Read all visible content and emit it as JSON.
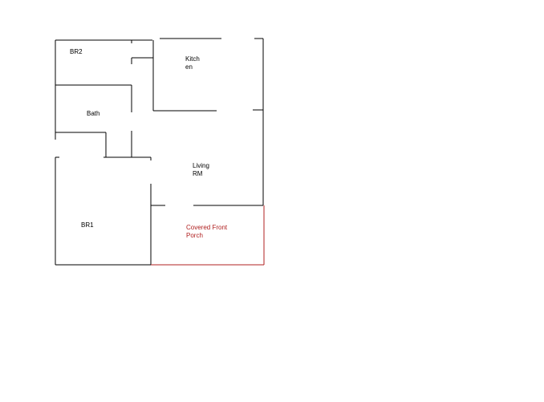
{
  "colors": {
    "walls": "#000000",
    "porch": "#b02020",
    "background": "#ffffff"
  },
  "rooms": {
    "br2": {
      "label": "BR2"
    },
    "kitchen": {
      "line1": "Kitch",
      "line2": "en"
    },
    "bath": {
      "label": "Bath"
    },
    "living": {
      "line1": "Living",
      "line2": "RM"
    },
    "br1": {
      "label": "BR1"
    },
    "porch": {
      "line1": "Covered Front",
      "line2": "Porch"
    }
  }
}
